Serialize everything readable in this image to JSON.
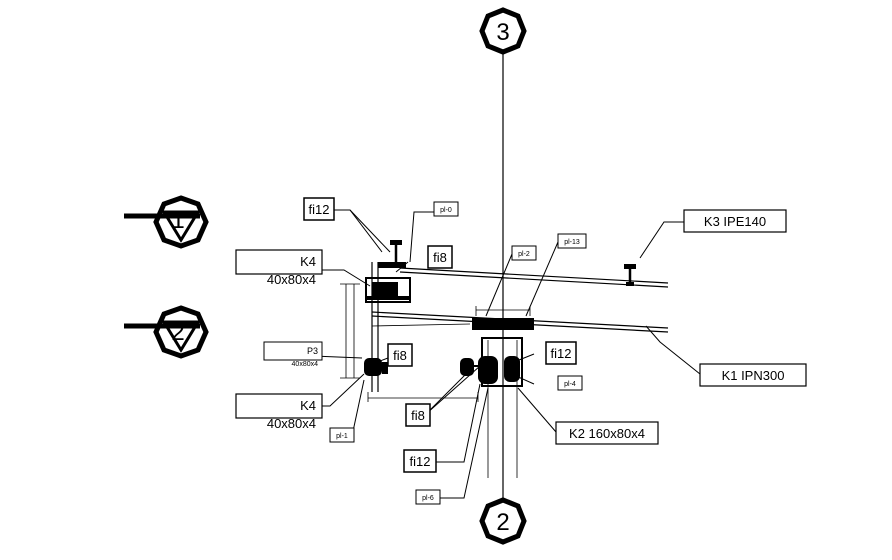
{
  "axes": {
    "top": "3",
    "bottom": "2",
    "left_upper": "1",
    "left_lower": "2"
  },
  "labels": {
    "k4_top_name": "K4",
    "k4_top_size": "40x80x4",
    "k4_bottom_name": "K4",
    "k4_bottom_size": "40x80x4",
    "p3_name": "P3",
    "p3_size": "40x80x4",
    "k3": "K3 IPE140",
    "k1": "K1 IPN300",
    "k2": "K2 160x80x4",
    "fi12_top": "fi12",
    "fi8_top": "fi8",
    "fi8_mid": "fi8",
    "fi12_right": "fi12",
    "fi8_lower": "fi8",
    "fi12_lower": "fi12",
    "pl0": "pl-0",
    "pl2": "pl-2",
    "pl13": "pl-13",
    "pl4": "pl-4",
    "pl1": "pl-1",
    "pl6": "pl-6"
  }
}
